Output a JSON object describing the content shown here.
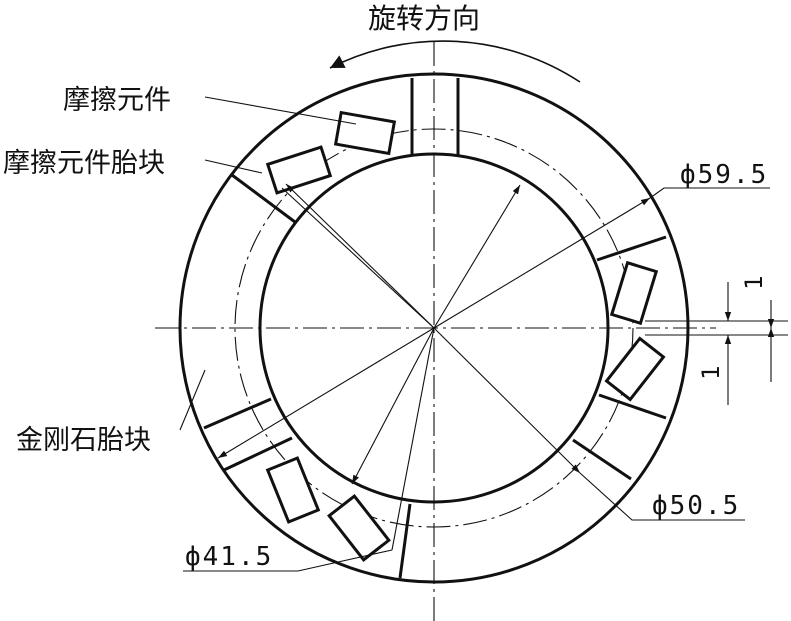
{
  "labels": {
    "rotation_direction": "旋转方向",
    "friction_element": "摩擦元件",
    "friction_element_segment": "摩擦元件胎块",
    "diamond_segment": "金刚石胎块"
  },
  "dimensions": {
    "d_outer": "ф59.5",
    "d_mid": "ф50.5",
    "d_inner": "ф41.5",
    "offset_top": "1",
    "offset_bottom": "1"
  }
}
